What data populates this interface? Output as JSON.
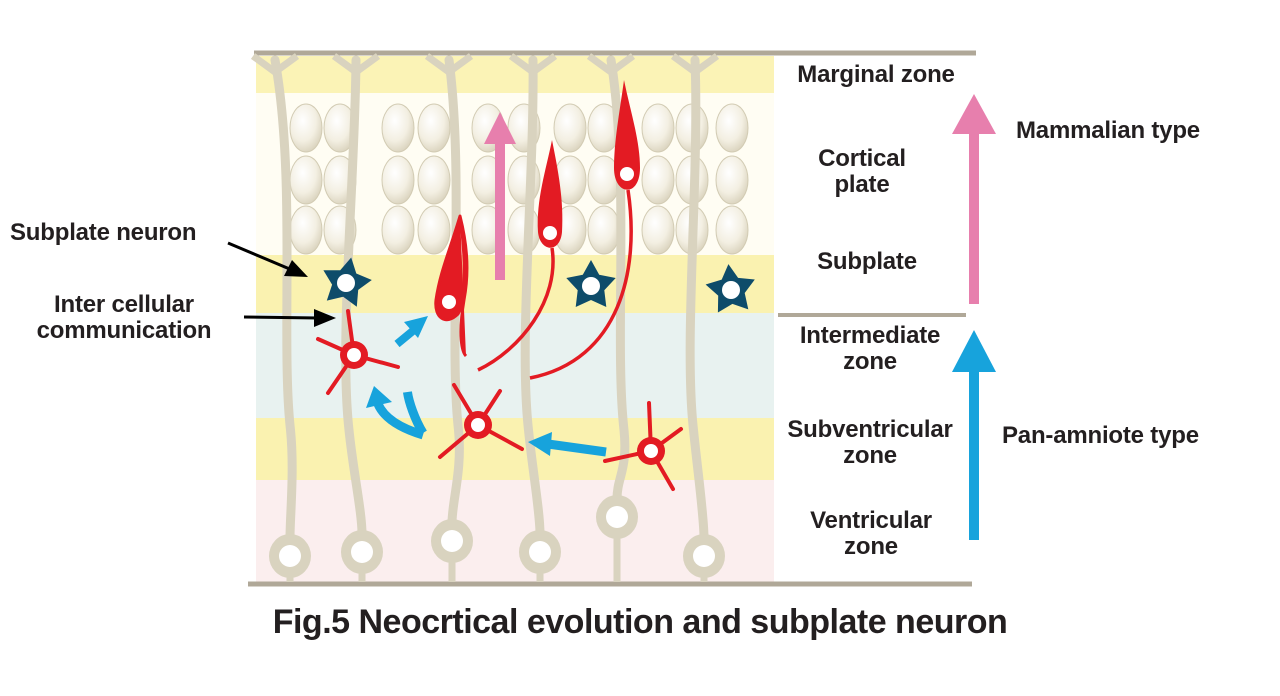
{
  "zones": {
    "marginal": "Marginal zone",
    "cortical_line1": "Cortical",
    "cortical_line2": "plate",
    "subplate": "Subplate",
    "intermediate_line1": "Intermediate",
    "intermediate_line2": "zone",
    "subventricular_line1": "Subventricular",
    "subventricular_line2": "zone",
    "ventricular_line1": "Ventricular",
    "ventricular_line2": "zone"
  },
  "callouts": {
    "subplate_neuron": "Subplate neuron",
    "intercellular_line1": "Inter cellular",
    "intercellular_line2": "communication"
  },
  "evolution": {
    "mammalian": "Mammalian type",
    "pan_amniote": "Pan-amniote type"
  },
  "caption": "Fig.5 Neocrtical evolution and subplate neuron",
  "colors": {
    "marginal_band": "#fbf3b6",
    "cortical_band": "#fffdf3",
    "subplate_band": "#faf2b0",
    "intermediate_band": "#e8f2f0",
    "subventricular_band": "#faf2b0",
    "ventricular_band": "#fbeeee",
    "radial_glia": "#d9d3bf",
    "neuron_red": "#e31b23",
    "subplate_neuron": "#0e4c6a",
    "migration_blue": "#17a3dc",
    "mammalian_pink": "#e77fad",
    "boundary_line": "#b0a898"
  }
}
